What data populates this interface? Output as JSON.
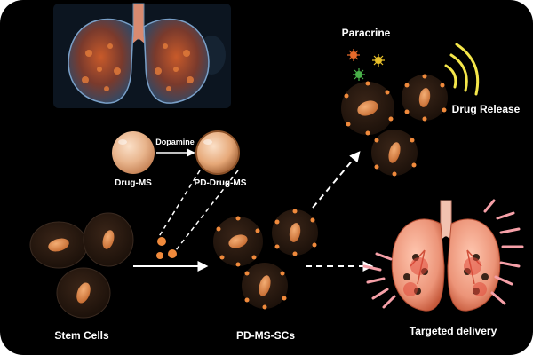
{
  "labels": {
    "paracrine": "Paracrine",
    "drug_release": "Drug Release",
    "dopamine": "Dopamine",
    "drug_ms": "Drug-MS",
    "pd_drug_ms": "PD-Drug-MS",
    "stem_cells": "Stem Cells",
    "pd_ms_scs": "PD-MS-SCs",
    "targeted_delivery": "Targeted delivery"
  },
  "colors": {
    "background": "#000000",
    "text": "#ffffff",
    "microsphere": "#e8b48c",
    "cell_body": "#2a1a12",
    "nucleus": "#d98a52",
    "particle": "#f08a3c",
    "signal_wave": "#f4e64a",
    "pink_rays": "#f6a0a8",
    "lung_pink": "#f2a08a",
    "lung_orange": "#d96a3a"
  },
  "icons": {
    "lungs_top": "lungs-3d-icon",
    "lungs_target": "lungs-target-icon",
    "signal": "signal-wave-icon",
    "paracrine_dots": "paracrine-factor-icons"
  }
}
